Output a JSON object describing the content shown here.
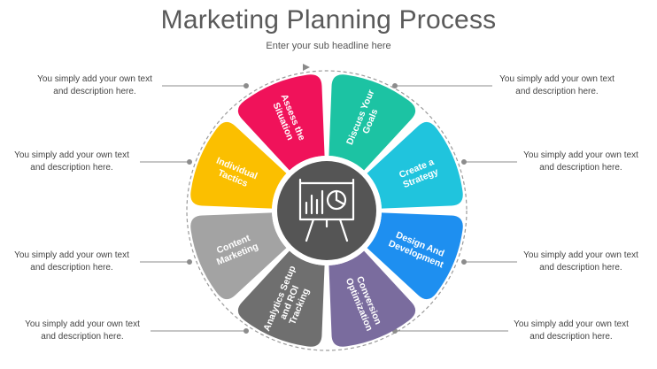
{
  "header": {
    "title": "Marketing Planning Process",
    "subtitle": "Enter your sub headline here"
  },
  "descriptions": {
    "line1": "You simply add your own text",
    "line2": "and  description here."
  },
  "segments": [
    {
      "label_lines": [
        "Discuss Your",
        "Goals"
      ],
      "color": "#1cc3a3"
    },
    {
      "label_lines": [
        "Create a",
        "Strategy"
      ],
      "color": "#20c4dd"
    },
    {
      "label_lines": [
        "Design And",
        "Development"
      ],
      "color": "#1e8ff0"
    },
    {
      "label_lines": [
        "Conversion",
        "Optimization"
      ],
      "color": "#7a6c9e"
    },
    {
      "label_lines": [
        "Analytics Setup",
        "and ROI",
        "Tracking"
      ],
      "color": "#6f6f6f"
    },
    {
      "label_lines": [
        "Content",
        "Marketing"
      ],
      "color": "#a3a3a3"
    },
    {
      "label_lines": [
        "Individual",
        "Tactics"
      ],
      "color": "#fbbf00"
    },
    {
      "label_lines": [
        "Assess the",
        "Situation"
      ],
      "color": "#f0125a"
    }
  ],
  "center": {
    "icon": "presentation-board-icon",
    "color": "#555555"
  }
}
